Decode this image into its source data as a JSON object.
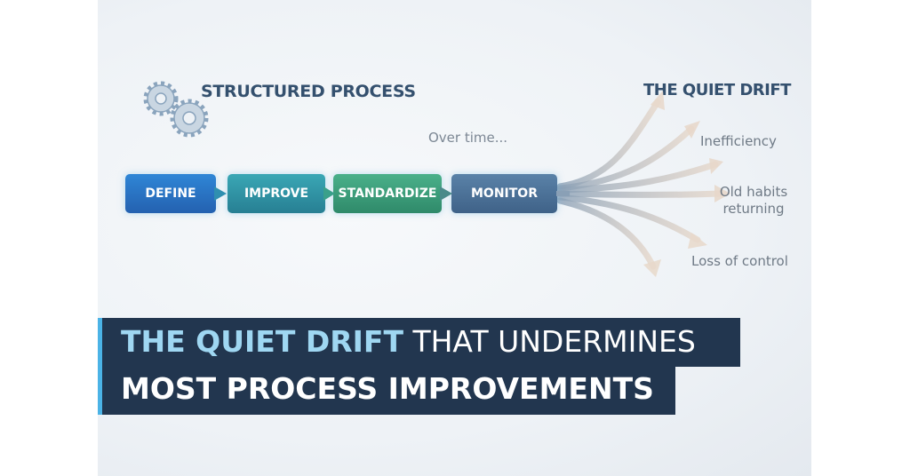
{
  "left_title": "STRUCTURED PROCESS",
  "right_title": "THE QUIET DRIFT",
  "over_time": "Over time...",
  "steps": [
    {
      "label": "DEFINE",
      "color": "#2a74c6"
    },
    {
      "label": "IMPROVE",
      "color": "#2f97a6"
    },
    {
      "label": "STANDARDIZE",
      "color": "#3a9a78"
    },
    {
      "label": "MONITOR",
      "color": "#4b6f94"
    }
  ],
  "drift_labels": [
    "Inefficiency",
    "Old habits returning",
    "Loss of control"
  ],
  "banner": {
    "highlight": "THE QUIET DRIFT",
    "line1_rest": " THAT UNDERMINES",
    "line2": "MOST PROCESS IMPROVEMENTS"
  },
  "colors": {
    "banner_bg": "#22364f",
    "accent": "#4bb3e6",
    "title": "#34506e"
  }
}
